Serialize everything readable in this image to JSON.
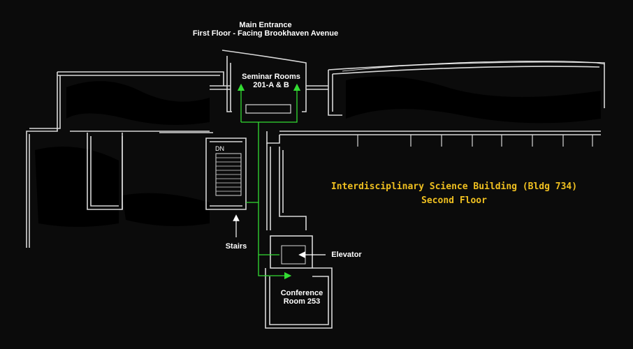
{
  "entrance": {
    "line1": "Main Entrance",
    "line2": "First Floor - Facing Brookhaven Avenue"
  },
  "building": {
    "name": "Interdisciplinary Science Building (Bldg 734)",
    "floor": "Second Floor"
  },
  "rooms": {
    "seminar_line1": "Seminar Rooms",
    "seminar_line2": "201-A & B",
    "conference_line1": "Conference",
    "conference_line2": "Room 253"
  },
  "labels": {
    "stairs": "Stairs",
    "elevator": "Elevator",
    "dn": "DN"
  },
  "colors": {
    "background": "#0b0b0b",
    "route": "#33dd33",
    "walls": "#d8d8d8",
    "title": "#f0c020",
    "label": "#ffffff"
  },
  "icons": {
    "stairs_pointer": "up-arrow-icon",
    "elevator_pointer": "left-arrow-icon",
    "route_end": "arrowhead-icon"
  }
}
